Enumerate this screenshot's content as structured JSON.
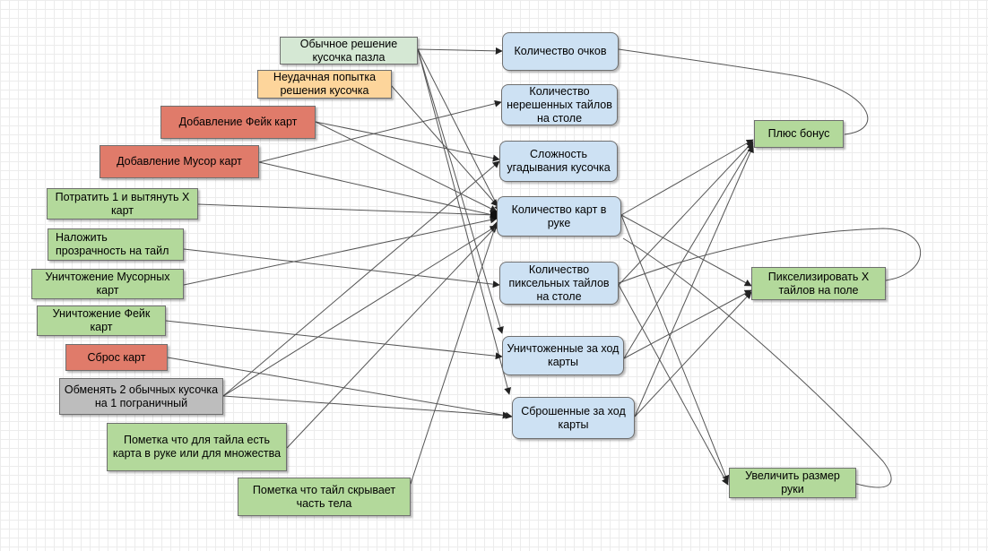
{
  "colors": {
    "green": "#d5e8d4",
    "green_dark": "#b3d99b",
    "orange": "#fdd59b",
    "red": "#e07b6a",
    "gray": "#bdbdbd",
    "blue": "#cde1f3",
    "edge": "#555555"
  },
  "nodes": {
    "normal_solve": "Обычное решение кусочка пазла",
    "failed_attempt": "Неудачная попытка решения кусочка",
    "add_fake": "Добавление Фейк карт",
    "add_trash": "Добавление Мусор карт",
    "spend_draw": "Потратить 1 и вытянуть X карт",
    "overlay_transparency": "Наложить прозрачность на тайл",
    "destroy_trash": "Уничтожение Мусорных карт",
    "destroy_fake": "Уничтожение Фейк карт",
    "reset_cards": "Сброс карт",
    "exchange_pieces": "Обменять 2 обычных кусочка на 1 пограничный",
    "mark_tile_card": "Пометка что для тайла есть карта в руке или для множества",
    "mark_tile_body": "Пометка что тайл скрывает часть тела",
    "score": "Количество очков",
    "unsolved_tiles": "Количество нерешенных тайлов на столе",
    "guess_difficulty": "Сложность угадывания кусочка",
    "cards_in_hand": "Количество карт в руке",
    "pixel_tiles": "Количество пиксельных тайлов на столе",
    "destroyed_per_turn": "Уничтоженные за ход карты",
    "discarded_per_turn": "Сброшенные за ход карты",
    "plus_bonus": "Плюс бонус",
    "pixelate_tiles": "Пикселизировать X тайлов на поле",
    "increase_hand": "Увеличить размер руки"
  }
}
